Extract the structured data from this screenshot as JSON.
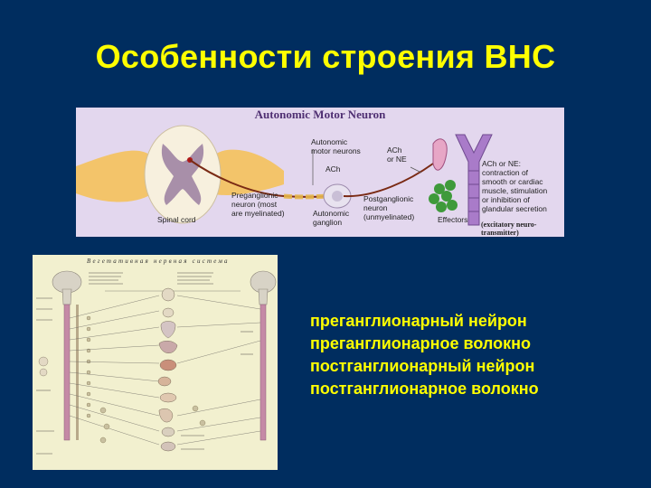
{
  "slide": {
    "title": "Особенности строения ВНС"
  },
  "top_figure": {
    "title": "Autonomic Motor Neuron",
    "labels": {
      "autonomic_motor_neurons": "Autonomic\nmotor neurons",
      "ach_top": "ACh",
      "ach_or_ne": "ACh\nor NE",
      "effect": "ACh or NE:\ncontraction of\nsmooth or cardiac\nmuscle, stimulation\nor inhibition of\nglandular secretion",
      "preganglionic": "Preganglionic\nneuron (most\nare myelinated)",
      "postganglionic": "Postganglionic\nneuron\n(unmyelinated)",
      "spinal_cord": "Spinal cord",
      "autonomic_ganglion": "Autonomic\nganglion",
      "effectors": "Effectors",
      "excitatory": "(excitatory neuro-\ntransmitter)"
    }
  },
  "bottom_figure": {
    "header": "Вегетативная нервная система"
  },
  "terms": [
    "преганглионарный нейрон",
    "преганглионарное волокно",
    "постганглионарный нейрон",
    "постганглионарное волокно"
  ],
  "colors": {
    "background": "#002d5f",
    "accent_text": "#ffff00"
  }
}
